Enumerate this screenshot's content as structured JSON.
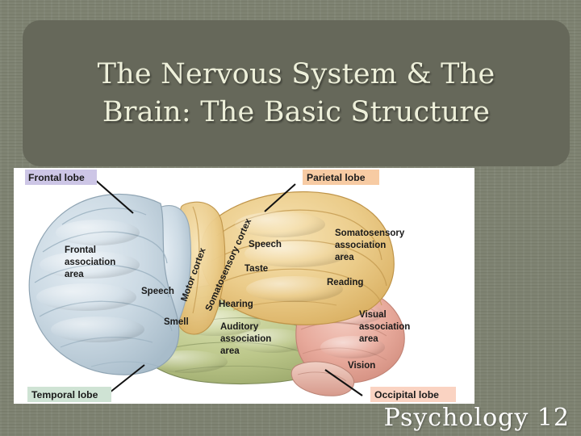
{
  "slide": {
    "background_color": "#7d8270",
    "title_box_color": "#66685a",
    "title_text_color": "#eef0da",
    "title": "The Nervous System & The\nBrain: The Basic Structure",
    "footer": "Psychology 12"
  },
  "figure": {
    "name": "brain-lobes-diagram",
    "background_color": "#ffffff",
    "lobe_callouts": [
      {
        "label": "Frontal lobe",
        "badge_color": "#cdc6e6",
        "text_color": "#1a1a1a"
      },
      {
        "label": "Parietal lobe",
        "badge_color": "#f7cba3",
        "text_color": "#1a1a1a"
      },
      {
        "label": "Temporal lobe",
        "badge_color": "#cfe3d4",
        "text_color": "#1a1a1a"
      },
      {
        "label": "Occipital lobe",
        "badge_color": "#fad3c2",
        "text_color": "#1a1a1a"
      }
    ],
    "region_labels": [
      {
        "label": "Frontal association area"
      },
      {
        "label": "Speech"
      },
      {
        "label": "Motor cortex"
      },
      {
        "label": "Somatosensory cortex"
      },
      {
        "label": "Speech"
      },
      {
        "label": "Taste"
      },
      {
        "label": "Somatosensory association area"
      },
      {
        "label": "Reading"
      },
      {
        "label": "Hearing"
      },
      {
        "label": "Smell"
      },
      {
        "label": "Auditory association area"
      },
      {
        "label": "Visual association area"
      },
      {
        "label": "Vision"
      }
    ],
    "lobe_colors": {
      "frontal": "#c2d1dc",
      "parietal": "#e8c47e",
      "temporal": "#b6bf86",
      "occipital": "#e8a699"
    },
    "text_lines": {
      "frontal_assoc_1": "Frontal",
      "frontal_assoc_2": "association",
      "frontal_assoc_3": "area",
      "speech_frontal": "Speech",
      "motor_cortex": "Motor cortex",
      "somato_cortex": "Somatosensory cortex",
      "speech_parietal": "Speech",
      "taste": "Taste",
      "somato_assoc_1": "Somatosensory",
      "somato_assoc_2": "association",
      "somato_assoc_3": "area",
      "reading": "Reading",
      "hearing": "Hearing",
      "smell": "Smell",
      "auditory_assoc_1": "Auditory",
      "auditory_assoc_2": "association",
      "auditory_assoc_3": "area",
      "visual_assoc_1": "Visual",
      "visual_assoc_2": "association",
      "visual_assoc_3": "area",
      "vision": "Vision",
      "frontal_lobe": "Frontal lobe",
      "parietal_lobe": "Parietal lobe",
      "temporal_lobe": "Temporal lobe",
      "occipital_lobe": "Occipital lobe"
    }
  }
}
